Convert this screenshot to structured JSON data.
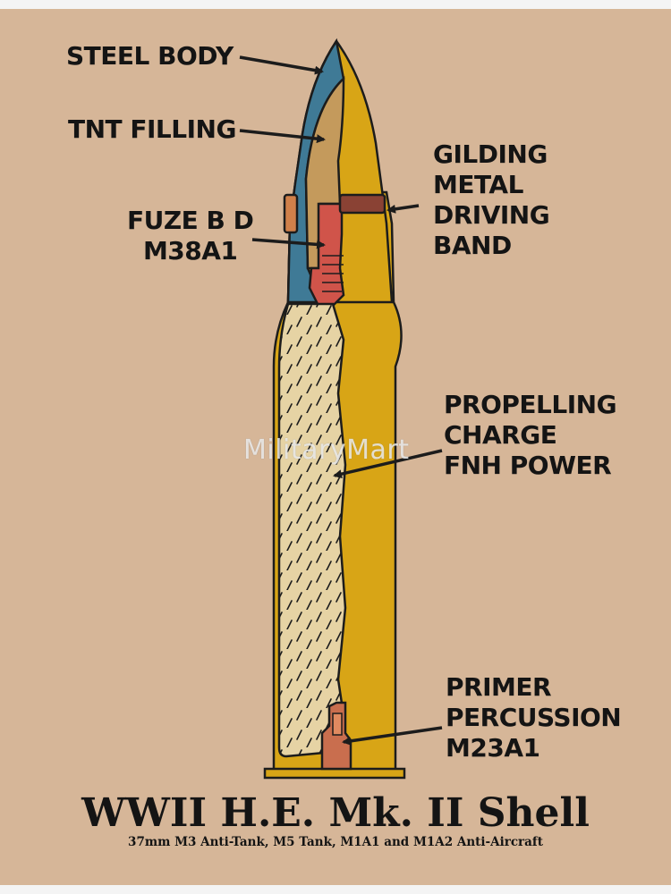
{
  "diagram": {
    "labels": {
      "steel_body": "STEEL  BODY",
      "tnt_filling": "TNT  FILLING",
      "fuze": [
        "FUZE B D",
        "M38A1"
      ],
      "driving_band": [
        "GILDING",
        "METAL",
        "DRIVING",
        "BAND"
      ],
      "propelling_charge": [
        "PROPELLING",
        "CHARGE",
        "FNH POWER"
      ],
      "primer": [
        "PRIMER",
        "PERCUSSION",
        "M23A1"
      ]
    },
    "watermark": "MilitaryMart",
    "title": "WWII H.E. Mk. II Shell",
    "subtitle": "37mm M3 Anti-Tank, M5 Tank, M1A1 and M1A2 Anti-Aircraft"
  },
  "colors": {
    "background": "#d6b698",
    "steel_body": "#3f7a96",
    "tnt_filling": "#c49a5c",
    "fuze": "#d0544a",
    "driving_band": "#8a4234",
    "brass_case": "#d8a516",
    "propellant": "#e6d3a4",
    "primer": "#c96e4e",
    "outline": "#1c1c1c"
  }
}
